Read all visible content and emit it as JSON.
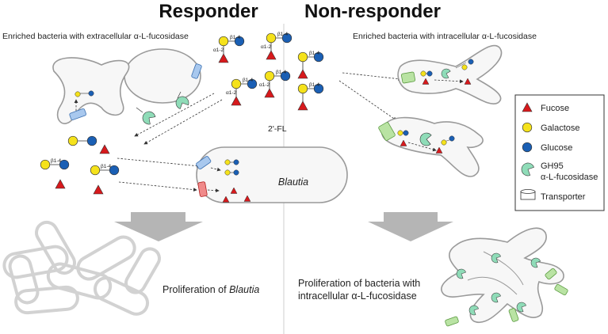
{
  "headers": {
    "responder": "Responder",
    "non_responder": "Non-responder"
  },
  "captions": {
    "extracellular": "Enriched bacteria with extracellular α-L-fucosidase",
    "intracellular": "Enriched bacteria with intracellular α-L-fucosidase",
    "two_fl": "2'-FL",
    "blautia": "Blautia",
    "prolif_blautia_prefix": "Proliferation of ",
    "prolif_blautia_italic": "Blautia",
    "prolif_intra_line1": "Proliferation of bacteria with",
    "prolif_intra_line2": "intracellular α-L-fucosidase"
  },
  "bond_labels": {
    "b14": "β1-4",
    "a12": "α1-2"
  },
  "legend": {
    "fucose": "Fucose",
    "galactose": "Galactose",
    "glucose": "Glucose",
    "gh95_line1": "GH95",
    "gh95_line2": "α-L-fucosidase",
    "transporter": "Transporter"
  },
  "colors": {
    "fucose": "#d7191c",
    "galactose": "#f5e21b",
    "glucose": "#1a5fb4",
    "enzyme": "#8fdcb8",
    "transporter_blue": "#a8c8ee",
    "transporter_red": "#f08a8a",
    "transporter_green": "#b9e3a3",
    "arrow_gray": "#b5b5b5"
  }
}
